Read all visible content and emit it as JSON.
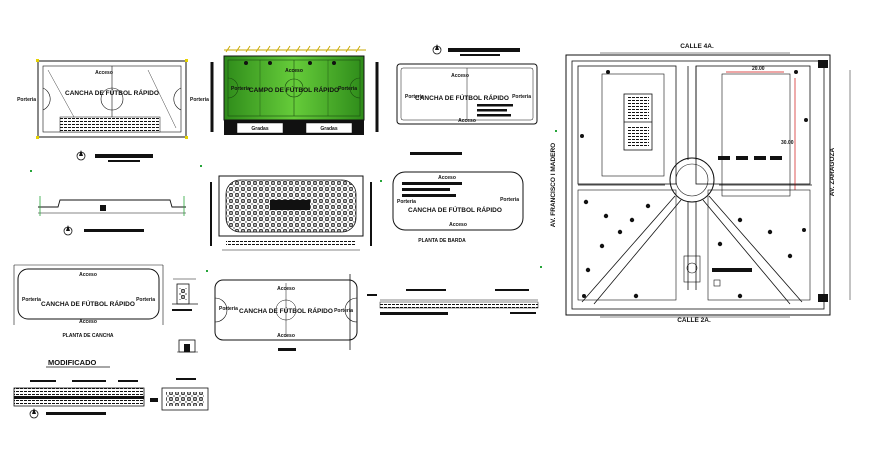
{
  "drawings": {
    "field_1": {
      "title": "CANCHA DE FÚTBOL RÁPIDO",
      "access_top": "Acceso",
      "goal_left": "Porteria",
      "goal_right": "Porteria"
    },
    "field_2": {
      "title": "CAMPO DE FÚTBOL RÁPIDO",
      "access_top": "Acceso",
      "goal_left": "Porteria",
      "goal_right": "Porteria",
      "bleachers_left": "Gradas",
      "bleachers_right": "Gradas"
    },
    "field_3": {
      "title": "CANCHA DE FÚTBOL RÁPIDO",
      "access_top": "Acceso",
      "access_bottom": "Acceso",
      "goal_left": "Porteria",
      "goal_right": "Porteria"
    },
    "field_4": {
      "title": "CANCHA DE FÚTBOL RÁPIDO",
      "access_top": "Acceso",
      "access_bottom": "Acceso",
      "goal_left": "Porteria",
      "goal_right": "Porteria",
      "caption": "PLANTA DE BARDA"
    },
    "field_5": {
      "title": "CANCHA DE FÚTBOL RÁPIDO",
      "access_top": "Acceso",
      "access_bottom": "Acceso",
      "goal_left": "Porteria",
      "goal_right": "Porteria",
      "caption": "PLANTA DE CANCHA"
    },
    "field_6": {
      "title": "CANCHA DE FÚTBOL RÁPIDO",
      "access_top": "Acceso",
      "access_bottom": "Acceso",
      "goal_left": "Porteria",
      "goal_right": "Porteria"
    },
    "modified_label": "MODIFICADO",
    "site_plan": {
      "street_top": "CALLE 4A.",
      "street_bottom": "CALLE 2A.",
      "avenue_left": "AV. FRANCISCO I MADERO",
      "avenue_right": "AV. ZARAGOZA",
      "dim_width": "20.00",
      "dim_height": "30.00"
    }
  },
  "colors": {
    "line": "#111111",
    "field_green": "#2e8b1a",
    "field_green_light": "#58c234",
    "fence_yellow": "#c9a800",
    "marker_green": "#27a53a",
    "dim_red": "#d01010"
  }
}
